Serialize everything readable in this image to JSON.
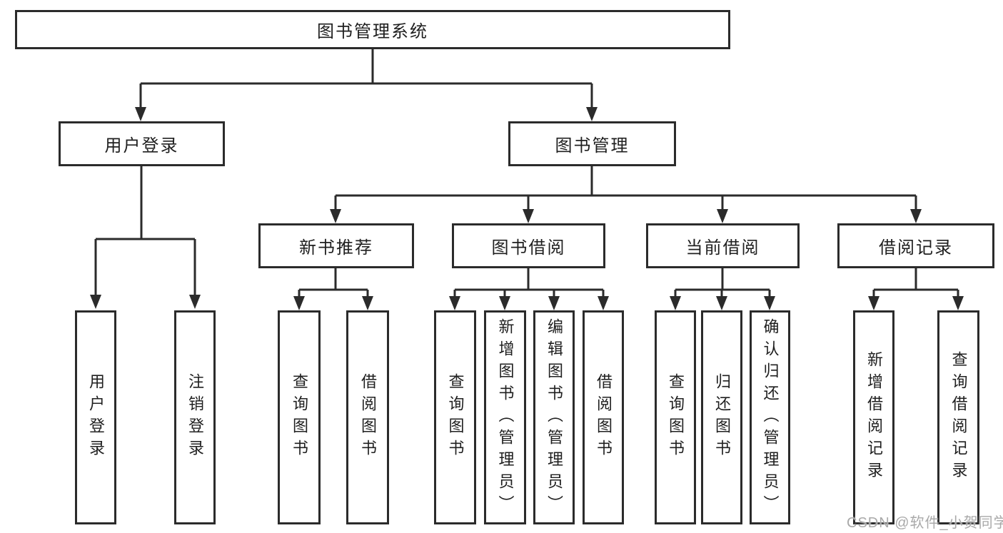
{
  "diagram": {
    "root": "图书管理系统",
    "user_login": {
      "label": "用户登录",
      "leaves": [
        "用户登录",
        "注销登录"
      ]
    },
    "book_mgmt": {
      "label": "图书管理",
      "sections": [
        {
          "label": "新书推荐",
          "leaves": [
            "查询图书",
            "借阅图书"
          ]
        },
        {
          "label": "图书借阅",
          "leaves": [
            "查询图书",
            "新增图书（管理员）",
            "编辑图书（管理员）",
            "借阅图书"
          ]
        },
        {
          "label": "当前借阅",
          "leaves": [
            "查询图书",
            "归还图书",
            "确认归还（管理员）"
          ]
        },
        {
          "label": "借阅记录",
          "leaves": [
            "新增借阅记录",
            "查询借阅记录"
          ]
        }
      ]
    }
  },
  "watermark": "CSDN @软件_小贺同学",
  "colors": {
    "line": "#2b2b2b",
    "box_border": "#2b2b2b",
    "text": "#1f1f1f",
    "background": "#ffffff",
    "watermark": "#a9a9a9"
  }
}
